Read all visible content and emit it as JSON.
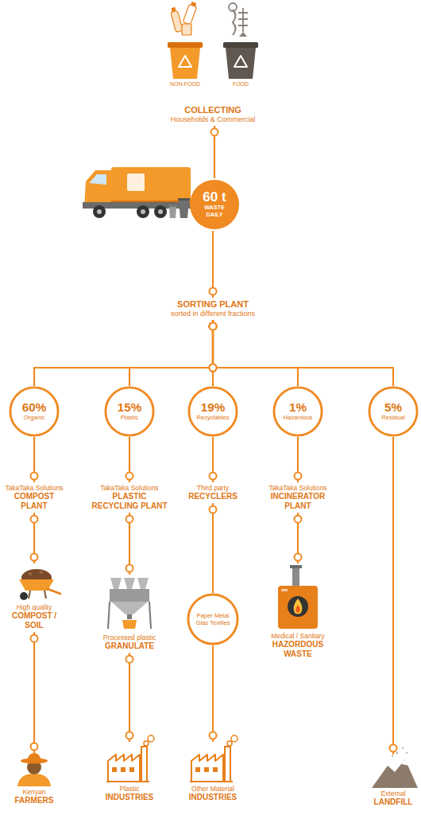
{
  "diagram": {
    "nodes": [
      {
        "text": [
          "NON-FOOD"
        ]
      },
      {
        "text": [
          "FOOD"
        ]
      },
      {
        "text": [
          "COLLECTING",
          "Households & Commercial"
        ]
      },
      {
        "text": [
          "60 t",
          "WASTE DAILY"
        ]
      },
      {
        "text": [
          "SORTING PLANT",
          "sorted in different fractions"
        ]
      },
      {
        "text": [
          "60%",
          "Organic"
        ]
      },
      {
        "text": [
          "15%",
          "Plastic"
        ]
      },
      {
        "text": [
          "19%",
          "Recyclables"
        ]
      },
      {
        "text": [
          "1%",
          "Hazardous"
        ]
      },
      {
        "text": [
          "5%",
          "Residual"
        ]
      },
      {
        "text": [
          "TakaTaka Solutions",
          "COMPOST PLANT"
        ]
      },
      {
        "text": [
          "TakaTaka Solutions",
          "PLASTIC RECYCLING PLANT"
        ]
      },
      {
        "text": [
          "Third party",
          "RECYCLERS"
        ]
      },
      {
        "text": [
          "TakaTaka Solutions",
          "INCINERATOR PLANT"
        ]
      },
      {
        "text": [
          "High quality",
          "COMPOST / SOIL"
        ]
      },
      {
        "text": [
          "Processed plastic",
          "GRANULATE"
        ]
      },
      {
        "text": [
          "Paper Metal Glas Textiles"
        ]
      },
      {
        "text": [
          "Medical / Sanitary",
          "HAZORDOUS WASTE"
        ]
      },
      {
        "text": [
          "Kenyan",
          "FARMERS"
        ]
      },
      {
        "text": [
          "Plastic",
          "INDUSTRIES"
        ]
      },
      {
        "text": [
          "Other Material",
          "INDUSTRIES"
        ]
      },
      {
        "text": [
          "External",
          "LANDFILL"
        ]
      }
    ],
    "edges": [
      {
        "from": 2,
        "to": 3,
        "arrow": "none"
      },
      {
        "from": 3,
        "to": 4,
        "arrow": "none"
      },
      {
        "from": 4,
        "to": 5,
        "arrow": "none"
      },
      {
        "from": 4,
        "to": 6,
        "arrow": "none"
      },
      {
        "from": 4,
        "to": 7,
        "arrow": "none"
      },
      {
        "from": 4,
        "to": 8,
        "arrow": "none"
      },
      {
        "from": 4,
        "to": 9,
        "arrow": "none"
      },
      {
        "from": 5,
        "to": 10,
        "arrow": "none"
      },
      {
        "from": 6,
        "to": 11,
        "arrow": "none"
      },
      {
        "from": 7,
        "to": 12,
        "arrow": "none"
      },
      {
        "from": 8,
        "to": 13,
        "arrow": "none"
      },
      {
        "from": 9,
        "to": 21,
        "arrow": "none"
      },
      {
        "from": 10,
        "to": 14,
        "arrow": "none"
      },
      {
        "from": 11,
        "to": 15,
        "arrow": "none"
      },
      {
        "from": 12,
        "to": 16,
        "arrow": "none"
      },
      {
        "from": 13,
        "to": 17,
        "arrow": "none"
      },
      {
        "from": 14,
        "to": 18,
        "arrow": "none"
      },
      {
        "from": 15,
        "to": 19,
        "arrow": "none"
      },
      {
        "from": 16,
        "to": 20,
        "arrow": "none"
      }
    ]
  }
}
